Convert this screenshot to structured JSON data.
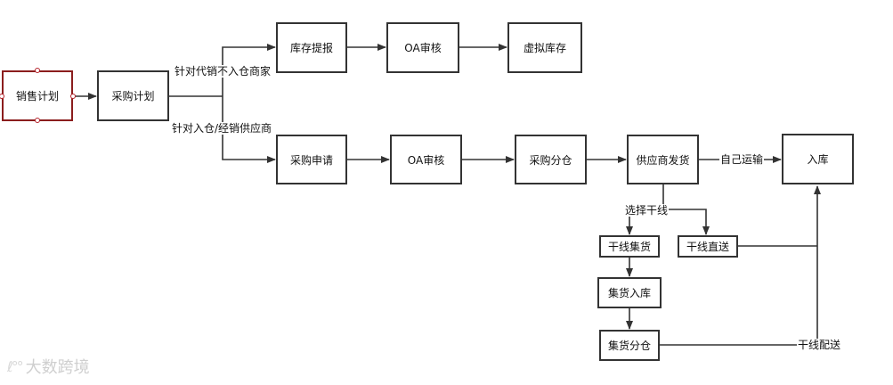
{
  "nodes": {
    "sales_plan": "销售计划",
    "purchase_plan": "采购计划",
    "stock_extract": "库存提报",
    "oa_review_1": "OA审核",
    "virtual_stock": "虚拟库存",
    "purchase_request": "采购申请",
    "oa_review_2": "OA审核",
    "purchase_split": "采购分仓",
    "supplier_ship": "供应商发货",
    "inbound": "入库",
    "trunk_consolidate": "干线集货",
    "trunk_direct": "干线直送",
    "consolidate_inbound": "集货入库",
    "consolidate_split": "集货分仓"
  },
  "edge_labels": {
    "consignment": "针对代销不入仓商家",
    "warehouse_supplier": "针对入仓/经销供应商",
    "self_transport": "自己运输",
    "choose_trunk": "选择干线",
    "trunk_delivery": "干线配送"
  },
  "watermark": "大数跨境",
  "colors": {
    "line": "#333333",
    "selected_border": "#8b1d1d",
    "handle": "#b4222a"
  }
}
